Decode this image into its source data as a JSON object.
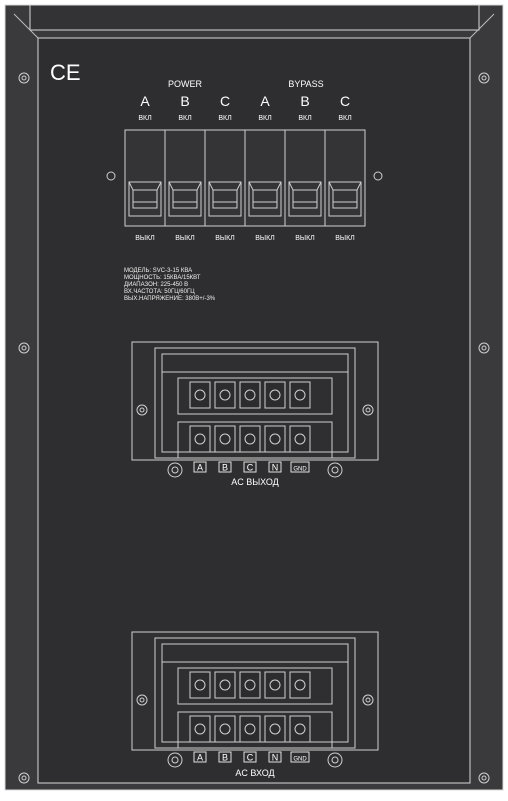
{
  "ce_mark": "CE",
  "breakers": {
    "power_label": "POWER",
    "bypass_label": "BYPASS",
    "phases": [
      "A",
      "B",
      "C",
      "A",
      "B",
      "C"
    ],
    "on_label": "ВКЛ",
    "off_label": "ВЫКЛ"
  },
  "specs": [
    "МОДЕЛЬ: SVC-3-15 КВА",
    "МОЩНОСТЬ: 15КВА/15КВТ",
    "ДИАПАЗОН: 225-450 В",
    "ВХ.ЧАСТОТА: 50ГЦ/60ГЦ",
    "ВЫХ.НАПРЯЖЕНИЕ: 380В+/-3%"
  ],
  "output_terminal": {
    "title": "AC ВЫХОД",
    "terminals": [
      "A",
      "B",
      "C",
      "N",
      "GND"
    ]
  },
  "input_terminal": {
    "title": "AC ВХОД",
    "terminals": [
      "A",
      "B",
      "C",
      "N",
      "GND"
    ]
  },
  "colors": {
    "panel": "#2e2e30",
    "frame": "#3a3a3c",
    "line": "#cfcfcf",
    "text": "#ffffff"
  }
}
